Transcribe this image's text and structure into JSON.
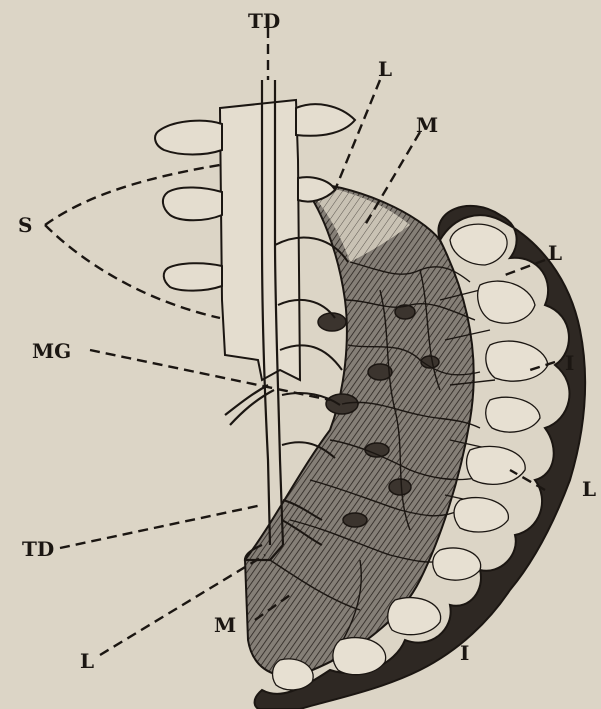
{
  "figure": {
    "labels": {
      "thoracic_duct_top": "TD",
      "lacteal_top": "L",
      "mesentery_top": "M",
      "spine_side": "S",
      "lacteal_right_upper": "L",
      "mesenteric_gland": "MG",
      "intestine_upper": "I",
      "thoracic_duct_bottom": "TD",
      "lacteal_right_lower": "L",
      "mesentery_bottom": "M",
      "lacteal_bottom": "L",
      "intestine_lower": "I"
    },
    "colors": {
      "paper": "#dcd5c6",
      "ink": "#1b1612",
      "shade": "#6f6a63"
    }
  }
}
